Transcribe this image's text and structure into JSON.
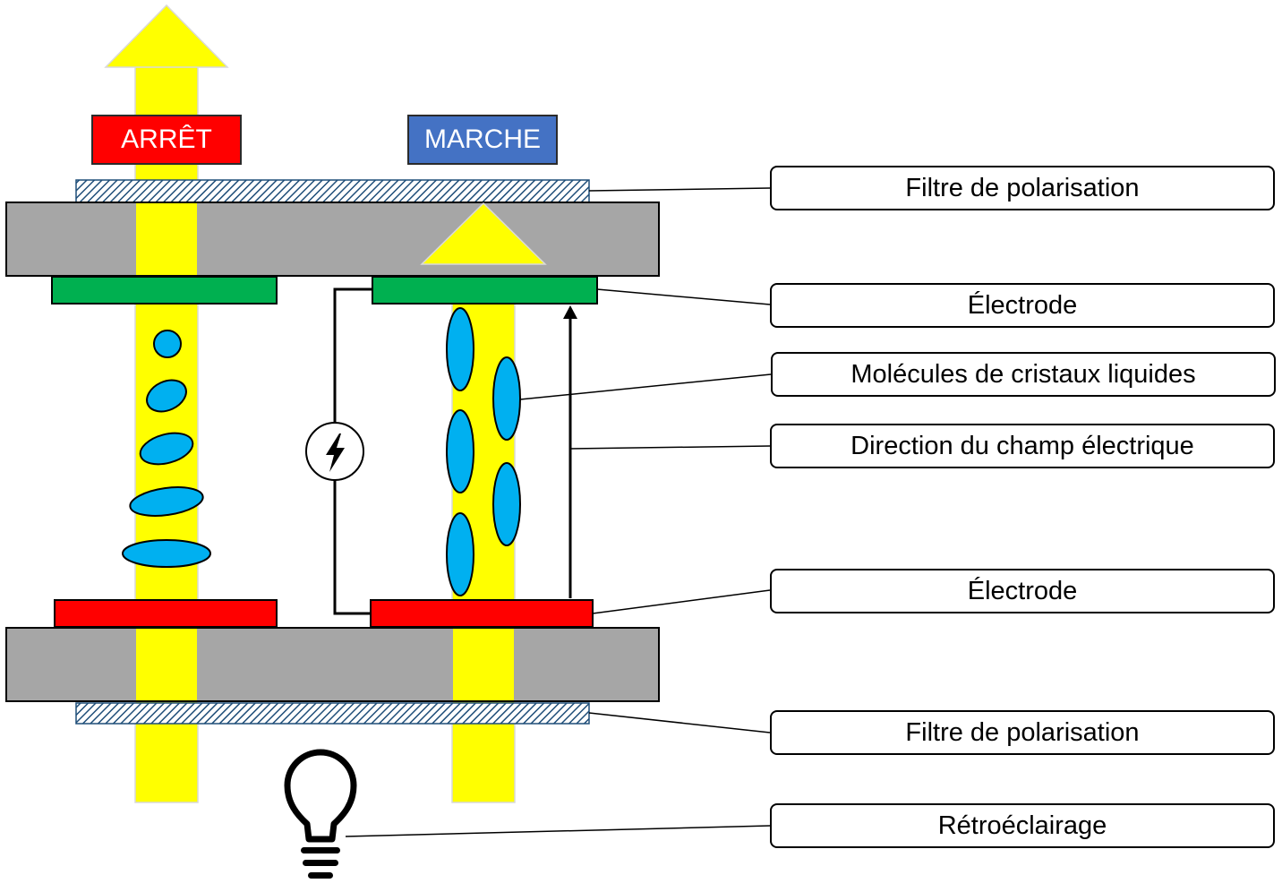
{
  "states": {
    "off": "ARRÊT",
    "on": "MARCHE"
  },
  "labels": {
    "polarizer_top": "Filtre de polarisation",
    "electrode_top": "Électrode",
    "molecules": "Molécules de cristaux liquides",
    "field_direction": "Direction du champ électrique",
    "electrode_bottom": "Électrode",
    "polarizer_bottom": "Filtre de polarisation",
    "backlight": "Rétroéclairage"
  },
  "colors": {
    "light": "#ffff00",
    "glass": "#a6a6a6",
    "top_electrode": "#00b050",
    "bottom_electrode": "#ff0000",
    "molecule": "#00b0f0",
    "off_tag": "#ff0000",
    "on_tag": "#4472c4",
    "polarizer_hatch": "#1f4e79"
  },
  "icons": {
    "power_source": "lightning-bolt-icon",
    "backlight": "light-bulb-icon"
  }
}
